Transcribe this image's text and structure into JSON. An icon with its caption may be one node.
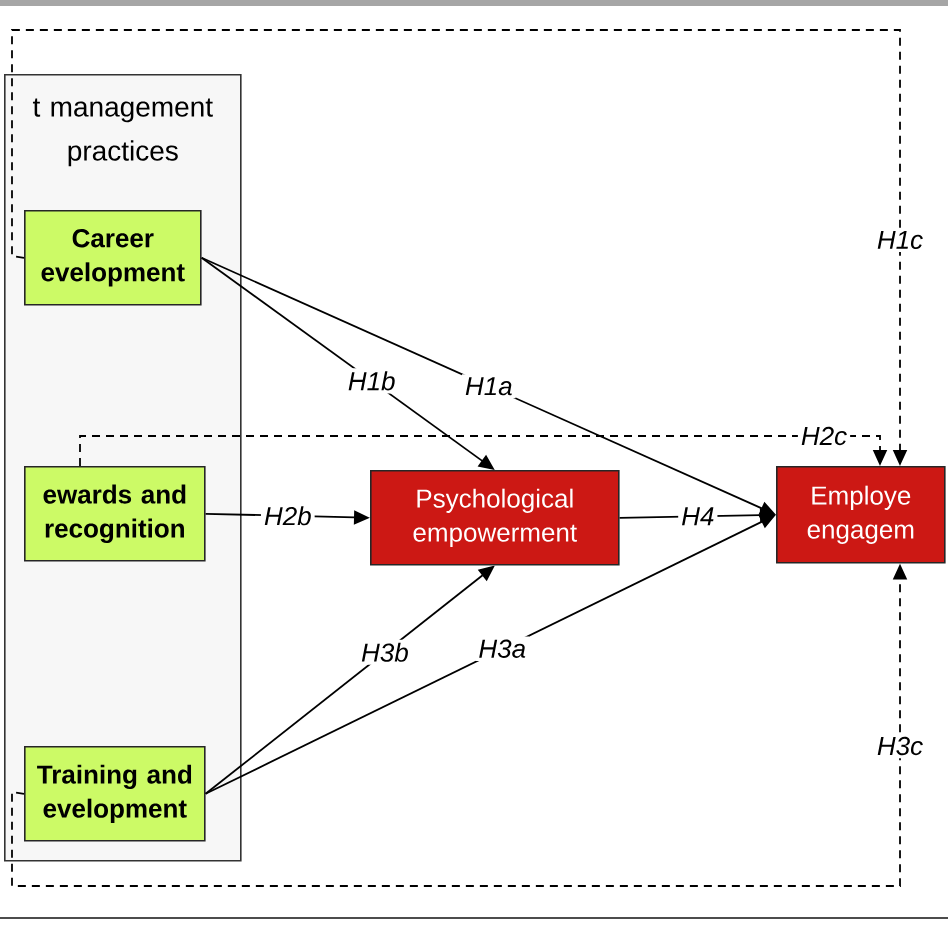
{
  "diagram": {
    "nodes": [
      {
        "text": [
          "t management practices"
        ]
      },
      {
        "text": [
          "Career evelopment"
        ],
        "in": 0
      },
      {
        "text": [
          "ewards and recognition"
        ],
        "in": 0
      },
      {
        "text": [
          "Training and evelopment"
        ],
        "in": 0
      },
      {
        "text": [
          "Psychological empowerment"
        ]
      },
      {
        "text": [
          "Employe engagem"
        ]
      }
    ],
    "edges": [
      {
        "from": 1,
        "to": 4,
        "arrow": "to",
        "label": "H1b"
      },
      {
        "from": 1,
        "to": 5,
        "arrow": "to",
        "label": "H1a"
      },
      {
        "from": 1,
        "to": 5,
        "arrow": "to",
        "label": "H1c",
        "style": "dashed"
      },
      {
        "from": 2,
        "to": 4,
        "arrow": "to",
        "label": "H2b"
      },
      {
        "from": 2,
        "to": 5,
        "arrow": "to",
        "label": "H2c",
        "style": "dashed"
      },
      {
        "from": 3,
        "to": 4,
        "arrow": "to",
        "label": "H3b"
      },
      {
        "from": 3,
        "to": 5,
        "arrow": "to",
        "label": "H3a"
      },
      {
        "from": 3,
        "to": 5,
        "arrow": "to",
        "label": "H3c",
        "style": "dashed"
      },
      {
        "from": 4,
        "to": 5,
        "arrow": "to",
        "label": "H4"
      }
    ]
  }
}
